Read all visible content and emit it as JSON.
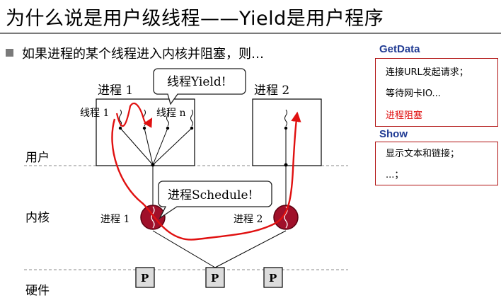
{
  "title": "为什么说是用户级线程——Yield是用户程序",
  "bullet": "如果进程的某个线程进入内核并阻塞，则…",
  "layers": {
    "user": "用户",
    "kernel": "内核",
    "hardware": "硬件"
  },
  "diagram": {
    "process1_label": "进程 1",
    "process2_label": "进程 2",
    "thread1_label": "线程 1",
    "threadn_label": "线程 n",
    "kernel_proc1_label": "进程 1",
    "kernel_proc2_label": "进程 2",
    "yield_callout": "线程Yield!",
    "schedule_callout": "进程Schedule!",
    "cpu_labels": [
      "P",
      "P",
      "P"
    ]
  },
  "side_panel": {
    "getdata_title": "GetData",
    "getdata_lines": [
      "连接URL发起请求；",
      "等待网卡IO...",
      "进程阻塞"
    ],
    "show_title": "Show",
    "show_lines": [
      "显示文本和链接；",
      "...；"
    ]
  },
  "colors": {
    "accent_red": "#e01010",
    "panel_title_blue": "#1f3a93",
    "process_dot": "#a0102a"
  }
}
